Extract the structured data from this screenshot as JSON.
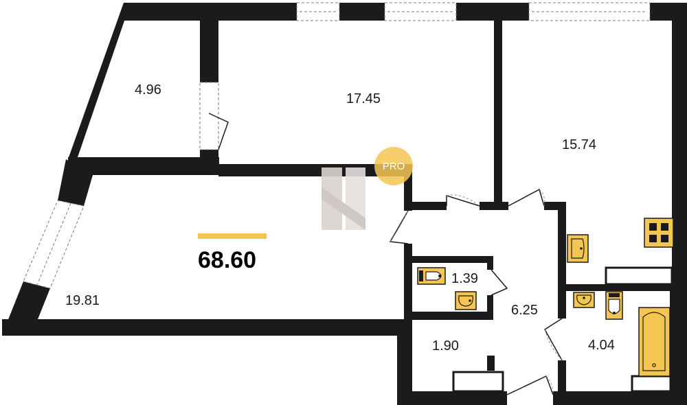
{
  "plan": {
    "total_area": "68.60",
    "badge_label": "PRO",
    "rooms": [
      {
        "id": "balcony",
        "area": "4.96"
      },
      {
        "id": "bedroom",
        "area": "17.45"
      },
      {
        "id": "kitchen",
        "area": "15.74"
      },
      {
        "id": "living",
        "area": "19.81"
      },
      {
        "id": "wc",
        "area": "1.39"
      },
      {
        "id": "hall",
        "area": "6.25"
      },
      {
        "id": "storage",
        "area": "1.90"
      },
      {
        "id": "bathroom",
        "area": "4.04"
      }
    ],
    "colors": {
      "wall": "#1b1b1b",
      "accent": "#f5c552",
      "logo": "#d9d3cf"
    }
  }
}
